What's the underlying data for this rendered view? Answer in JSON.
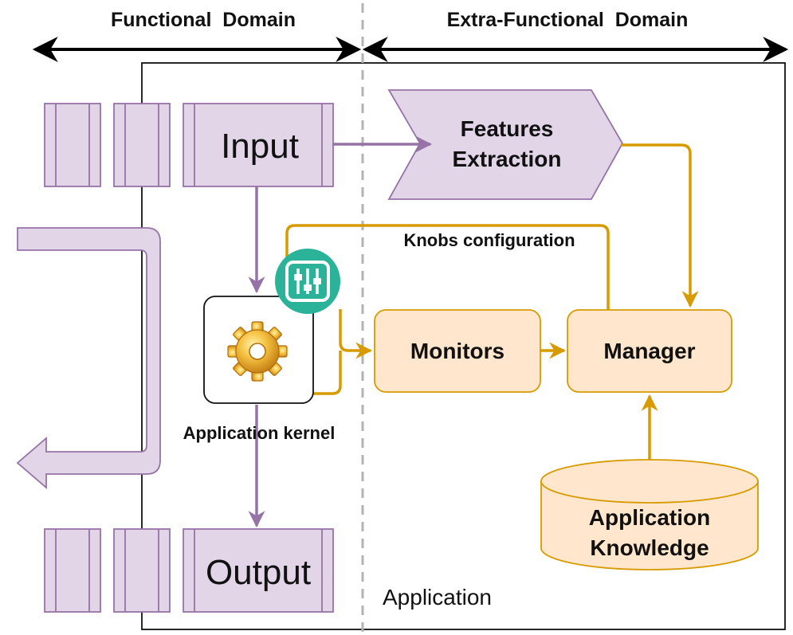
{
  "domains": {
    "functional": "Functional  Domain",
    "extra_functional": "Extra-Functional  Domain"
  },
  "container_label": "Application",
  "nodes": {
    "input": "Input",
    "output": "Output",
    "features_extraction_line1": "Features",
    "features_extraction_line2": "Extraction",
    "monitors": "Monitors",
    "manager": "Manager",
    "knowledge_line1": "Application",
    "knowledge_line2": "Knowledge",
    "kernel": "Application kernel"
  },
  "edge_labels": {
    "knobs": "Knobs configuration"
  },
  "icons": {
    "kernel": "gear-icon",
    "knobs": "sliders-icon"
  },
  "colors": {
    "purple_fill": "#e1d5e7",
    "purple_stroke": "#9673a6",
    "orange_fill": "#ffe6cc",
    "orange_stroke": "#d79b00",
    "teal": "#2bb39a"
  }
}
